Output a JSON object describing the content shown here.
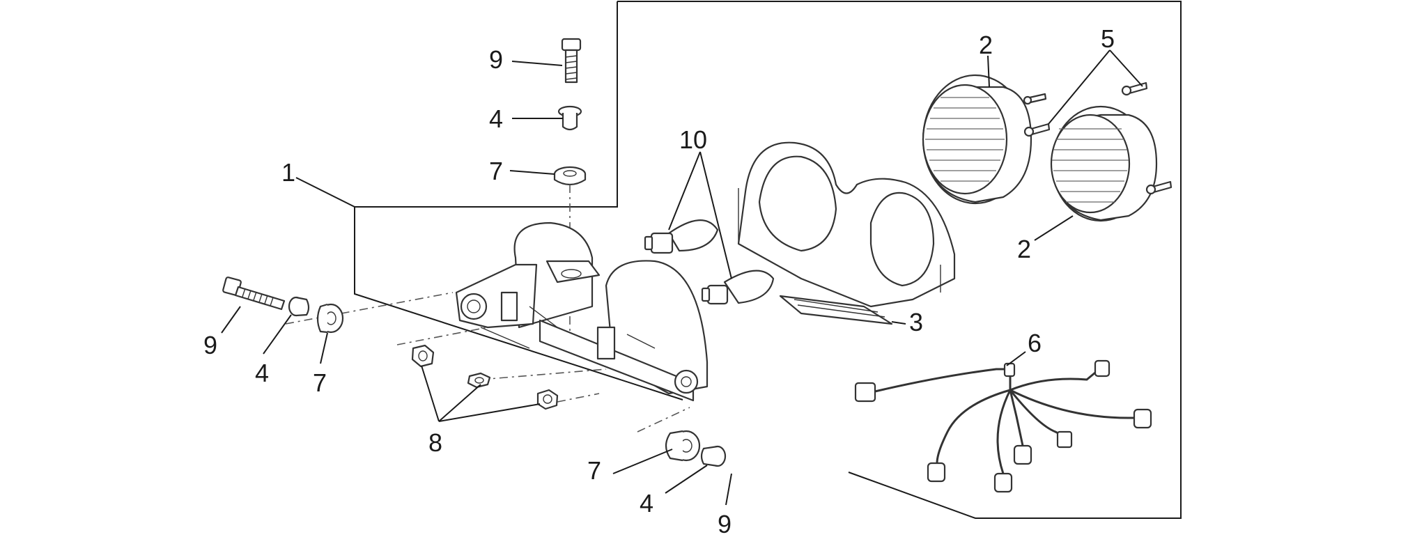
{
  "callouts": [
    {
      "id": "c9a",
      "text": "9"
    },
    {
      "id": "c4a",
      "text": "4"
    },
    {
      "id": "c7a",
      "text": "7"
    },
    {
      "id": "c1",
      "text": "1"
    },
    {
      "id": "c10",
      "text": "10"
    },
    {
      "id": "c2a",
      "text": "2"
    },
    {
      "id": "c5",
      "text": "5"
    },
    {
      "id": "c2b",
      "text": "2"
    },
    {
      "id": "c3",
      "text": "3"
    },
    {
      "id": "c6",
      "text": "6"
    },
    {
      "id": "c9b",
      "text": "9"
    },
    {
      "id": "c4b",
      "text": "4"
    },
    {
      "id": "c7b",
      "text": "7"
    },
    {
      "id": "c8",
      "text": "8"
    },
    {
      "id": "c7c",
      "text": "7"
    },
    {
      "id": "c4c",
      "text": "4"
    },
    {
      "id": "c9c",
      "text": "9"
    }
  ],
  "parts": {
    "housing": "headlight-housing",
    "cover": "instrument-cover",
    "bezels": "gauge-bezel",
    "bulbs": "bulb",
    "harness": "wiring-harness",
    "plate": "adhesive-strip"
  },
  "colors": {
    "ink": "#1a1a1a",
    "paper": "#ffffff"
  }
}
